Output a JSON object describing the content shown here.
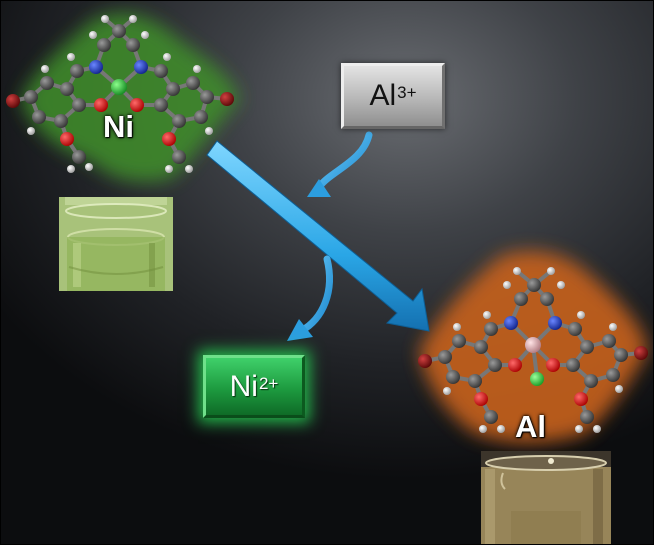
{
  "labels": {
    "ni_complex": "Ni",
    "al_complex": "Al"
  },
  "ions": {
    "al": {
      "symbol": "Al",
      "charge": "3+"
    },
    "ni": {
      "symbol": "Ni",
      "charge": "2+"
    }
  },
  "colors": {
    "ni_glow": "#3a8a2a",
    "al_glow": "#c8621e",
    "arrow": "#29a9e8",
    "ni_box": "#1d9a3f",
    "al_box": "#b7b7b7",
    "carbon": "#5a5a5a",
    "oxygen": "#d81818",
    "nitrogen": "#1a3cc8",
    "hydrogen": "#e8e8e8",
    "bromine": "#8a1010",
    "nickel_center": "#2fb83a",
    "aluminium_center": "#e8b4b8",
    "chloride": "#36c23c"
  },
  "icons": {
    "ni_complex": "molecule-icon",
    "al_complex": "molecule-icon",
    "green_solution": "vial-icon",
    "brown_solution": "vial-icon"
  }
}
